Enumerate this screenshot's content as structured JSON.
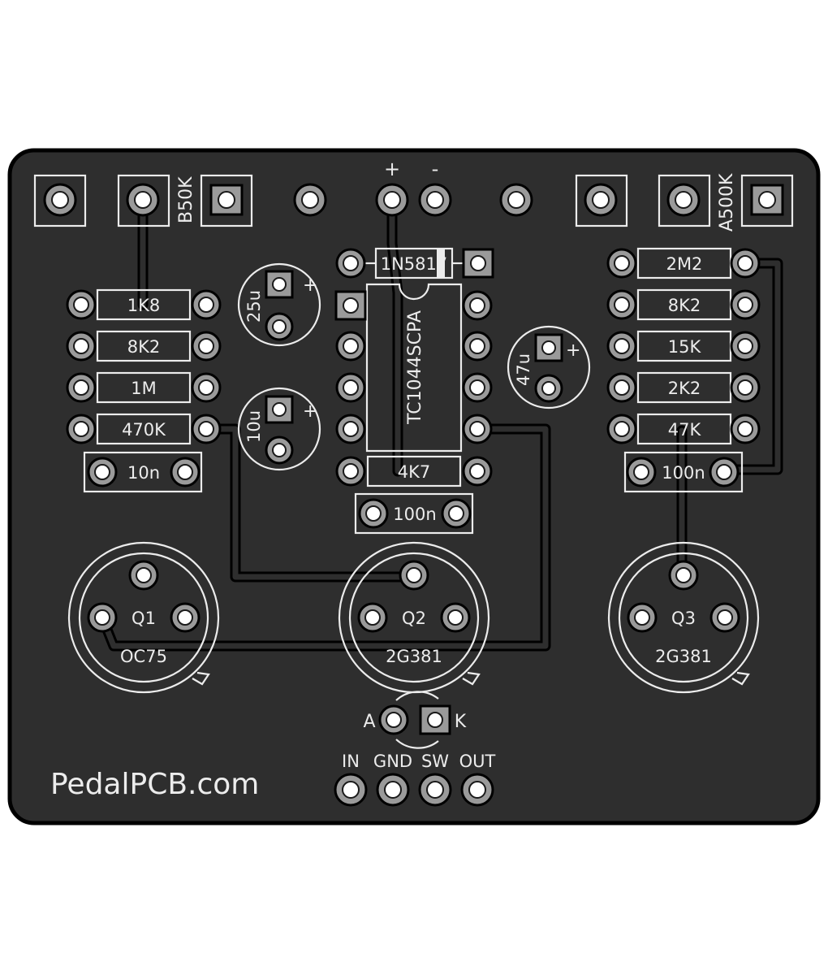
{
  "brand": "PedalPCB.com",
  "pot_labels": {
    "left": "B50K",
    "right": "A500K"
  },
  "power_labels": {
    "plus": "+",
    "minus": "-"
  },
  "ic": {
    "name": "TC1044SCPA"
  },
  "diode_top": {
    "label": "1N5817"
  },
  "resistors_left": [
    "1K8",
    "8K2",
    "1M",
    "470K"
  ],
  "resistors_right": [
    "2M2",
    "8K2",
    "15K",
    "2K2",
    "47K"
  ],
  "resistor_center": "4K7",
  "caps_film": {
    "left": "10n",
    "center": "100n",
    "right": "100n"
  },
  "caps_elec": [
    {
      "label": "25u",
      "polarity": "+"
    },
    {
      "label": "10u",
      "polarity": "+"
    },
    {
      "label": "47u",
      "polarity": "+"
    }
  ],
  "transistors": [
    {
      "ref": "Q1",
      "part": "OC75"
    },
    {
      "ref": "Q2",
      "part": "2G381"
    },
    {
      "ref": "Q3",
      "part": "2G381"
    }
  ],
  "led": {
    "anode": "A",
    "cathode": "K"
  },
  "io_labels": [
    "IN",
    "GND",
    "SW",
    "OUT"
  ],
  "colors": {
    "board": "#2e2e2e",
    "silkscreen": "#ececec",
    "pad": "#9a9a9a",
    "outline": "#000000"
  }
}
